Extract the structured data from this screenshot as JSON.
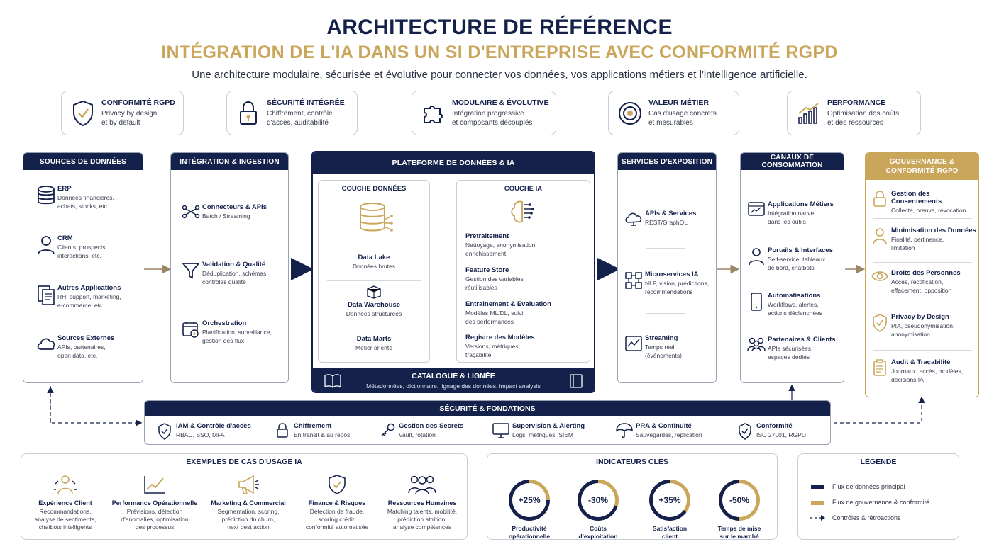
{
  "header": {
    "title": "ARCHITECTURE DE RÉFÉRENCE",
    "subtitle": "INTÉGRATION DE L'IA DANS UN SI D'ENTREPRISE AVEC CONFORMITÉ RGPD",
    "tagline": "Une architecture modulaire, sécurisée et évolutive pour connecter vos données, vos applications métiers et l'intelligence artificielle."
  },
  "pillars": [
    {
      "title": "CONFORMITÉ RGPD",
      "desc": "Privacy by design\net by default",
      "icon": "shield-check-icon"
    },
    {
      "title": "SÉCURITÉ INTÉGRÉE",
      "desc": "Chiffrement, contrôle\nd'accès, auditabilité",
      "icon": "lock-icon"
    },
    {
      "title": "MODULAIRE & ÉVOLUTIVE",
      "desc": "Intégration progressive\net composants découplés",
      "icon": "puzzle-icon"
    },
    {
      "title": "VALEUR MÉTIER",
      "desc": "Cas d'usage concrets\net mesurables",
      "icon": "target-icon"
    },
    {
      "title": "PERFORMANCE",
      "desc": "Optimisation des coûts\net des ressources",
      "icon": "growth-chart-icon"
    }
  ],
  "sources": {
    "title": "SOURCES DE DONNÉES",
    "items": [
      {
        "title": "ERP",
        "desc": "Données financières,\nachats, stocks, etc."
      },
      {
        "title": "CRM",
        "desc": "Clients, prospects,\ninteractions, etc."
      },
      {
        "title": "Autres Applications",
        "desc": "RH, support, marketing,\ne-commerce, etc."
      },
      {
        "title": "Sources Externes",
        "desc": "APIs, partenaires,\nopen data, etc."
      }
    ]
  },
  "integration": {
    "title": "INTÉGRATION & INGESTION",
    "items": [
      {
        "title": "Connecteurs & APIs",
        "desc": "Batch / Streaming"
      },
      {
        "title": "Validation & Qualité",
        "desc": "Déduplication, schémas,\ncontrôles qualité"
      },
      {
        "title": "Orchestration",
        "desc": "Planification, surveillance,\ngestion des flux"
      }
    ]
  },
  "platform": {
    "title": "PLATEFORME DE DONNÉES & IA",
    "data_layer": {
      "title": "COUCHE DONNÉES",
      "items": [
        {
          "title": "Data Lake",
          "desc": "Données brutes"
        },
        {
          "title": "Data Warehouse",
          "desc": "Données structurées"
        },
        {
          "title": "Data Marts",
          "desc": "Métier orienté"
        }
      ]
    },
    "ai_layer": {
      "title": "COUCHE IA",
      "items": [
        {
          "title": "Prétraitement",
          "desc": "Nettoyage, anonymisation,\nenrichissement"
        },
        {
          "title": "Feature Store",
          "desc": "Gestion des variables\nréutilisables"
        },
        {
          "title": "Entraînement & Evaluation",
          "desc": "Modèles ML/DL, suivi\ndes performances"
        },
        {
          "title": "Registre des Modèles",
          "desc": "Versions, métriques,\ntraçabilité"
        }
      ]
    },
    "catalog": {
      "title": "CATALOGUE & LIGNÉE",
      "desc": "Métadonnées, dictionnaire, lignage des données, impact analysis"
    }
  },
  "exposure": {
    "title": "SERVICES D'EXPOSITION",
    "items": [
      {
        "title": "APIs & Services",
        "desc": "REST/GraphQL"
      },
      {
        "title": "Microservices IA",
        "desc": "NLP, vision, prédictions,\nrecommendations"
      },
      {
        "title": "Streaming",
        "desc": "Temps réel\n(événements)"
      }
    ]
  },
  "channels": {
    "title": "CANAUX DE CONSOMMATION",
    "items": [
      {
        "title": "Applications Métiers",
        "desc": "Intégration native\ndans les outils"
      },
      {
        "title": "Portails & Interfaces",
        "desc": "Self-service, tableaux\nde bord, chatbots"
      },
      {
        "title": "Automatisations",
        "desc": "Workflows, alertes,\nactions déclenchées"
      },
      {
        "title": "Partenaires & Clients",
        "desc": "APIs sécurisées,\nespaces dédiés"
      }
    ]
  },
  "governance": {
    "title": "GOUVERNANCE & CONFORMITÉ RGPD",
    "items": [
      {
        "title": "Gestion des Consentements",
        "desc": "Collecte, preuve, révocation"
      },
      {
        "title": "Minimisation des Données",
        "desc": "Finalité, pertinence,\nlimitation"
      },
      {
        "title": "Droits des Personnes",
        "desc": "Accès, rectification,\neffacement, opposition"
      },
      {
        "title": "Privacy by Design",
        "desc": "PIA, pseudonymisation,\nanonymisation"
      },
      {
        "title": "Audit & Traçabilité",
        "desc": "Journaux, accès, modèles,\ndécisions IA"
      }
    ]
  },
  "security": {
    "title": "SÉCURITÉ & FONDATIONS",
    "items": [
      {
        "title": "IAM & Contrôle d'accès",
        "desc": "RBAC, SSO, MFA"
      },
      {
        "title": "Chiffrement",
        "desc": "En transit & au repos"
      },
      {
        "title": "Gestion des Secrets",
        "desc": "Vault, rotation"
      },
      {
        "title": "Supervision & Alerting",
        "desc": "Logs, métriques, SIEM"
      },
      {
        "title": "PRA & Continuité",
        "desc": "Sauvegardes, réplication"
      },
      {
        "title": "Conformité",
        "desc": "ISO 27001, RGPD"
      }
    ]
  },
  "use_cases": {
    "title": "EXEMPLES DE CAS D'USAGE IA",
    "items": [
      {
        "title": "Expérience Client",
        "desc": "Recommandations,\nanalyse de sentiments,\nchatbots intelligents"
      },
      {
        "title": "Performance Opérationnelle",
        "desc": "Prévisions, détection\nd'anomalies, optimisation\ndes processus"
      },
      {
        "title": "Marketing & Commercial",
        "desc": "Segmentation, scoring,\nprédiction du churn,\nnext best action"
      },
      {
        "title": "Finance & Risques",
        "desc": "Détection de fraude,\nscoring crédit,\nconformité automatisée"
      },
      {
        "title": "Ressources Humaines",
        "desc": "Matching talents, mobilité,\nprédiction attrition,\nanalyse compétences"
      }
    ]
  },
  "kpis": {
    "title": "INDICATEURS CLÉS",
    "items": [
      {
        "value": "+25%",
        "label": "Productivité\nopérationnelle",
        "fill": 0.25
      },
      {
        "value": "-30%",
        "label": "Coûts\nd'exploitation",
        "fill": 0.3
      },
      {
        "value": "+35%",
        "label": "Satisfaction\nclient",
        "fill": 0.35
      },
      {
        "value": "-50%",
        "label": "Temps de mise\nsur le marché",
        "fill": 0.5
      }
    ]
  },
  "legend": {
    "title": "LÉGENDE",
    "items": [
      {
        "label": "Flux de données principal"
      },
      {
        "label": "Flux de gouvernance & conformité"
      },
      {
        "label": "Contrôles & rétroactions"
      }
    ]
  },
  "colors": {
    "navy": "#14214a",
    "gold": "#c9a65a",
    "brown_arrow": "#9c8466",
    "border": "#9aa2b2"
  }
}
